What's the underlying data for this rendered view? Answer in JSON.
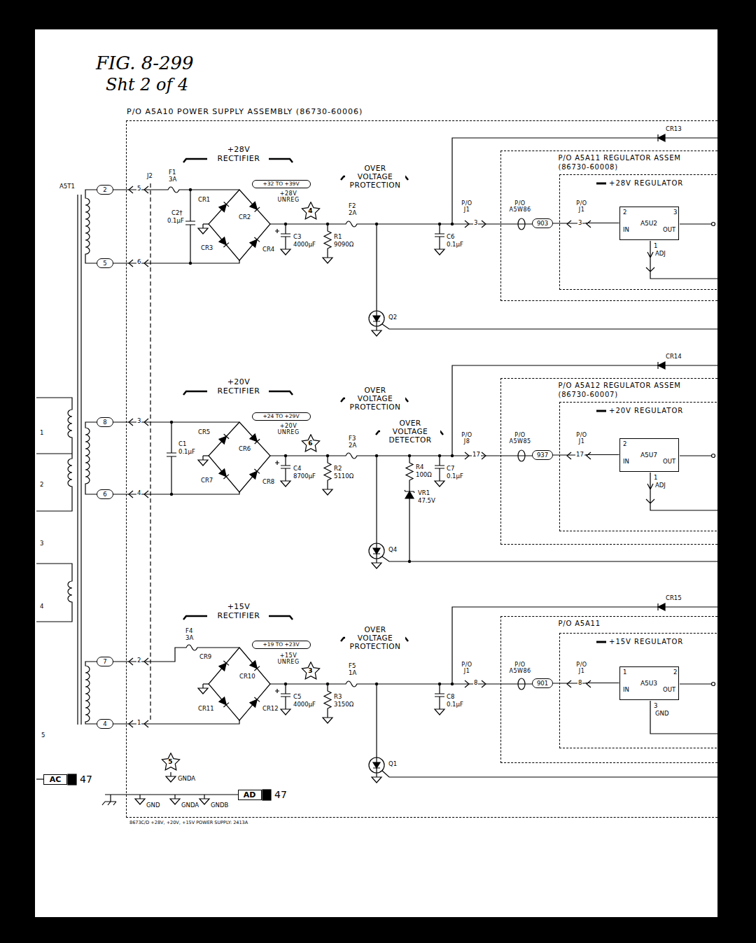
{
  "diagram": {
    "nodes": [
      {
        "text": [
          "P/O A5A10 POWER SUPPLY ASSEMBLY (86730-60006)"
        ]
      },
      {
        "text": [
          "+32 TO +39V"
        ],
        "in": 0
      },
      {
        "text": [
          "4"
        ],
        "in": 0
      },
      {
        "text": [
          "P/O A5A11 REGULATOR ASSEM",
          "(86730-60008)"
        ],
        "in": 0
      },
      {
        "text": [
          "903"
        ],
        "in": 3
      },
      {
        "text": [
          "+28V REGULATOR"
        ],
        "in": 3
      },
      {
        "text": [
          "A5U2"
        ],
        "in": 5
      },
      {
        "text": [
          "+24 TO +29V"
        ],
        "in": 0
      },
      {
        "text": [
          "6"
        ],
        "in": 0
      },
      {
        "text": [
          "P/O A5A12 REGULATOR ASSEM",
          "(86730-60007)"
        ],
        "in": 0
      },
      {
        "text": [
          "937"
        ],
        "in": 9
      },
      {
        "text": [
          "+20V REGULATOR"
        ],
        "in": 9
      },
      {
        "text": [
          "A5U7"
        ],
        "in": 11
      },
      {
        "text": [
          "+19 TO +23V"
        ],
        "in": 0
      },
      {
        "text": [
          "3"
        ],
        "in": 0
      },
      {
        "text": [
          "P/O A5A11"
        ],
        "in": 0
      },
      {
        "text": [
          "901"
        ],
        "in": 15
      },
      {
        "text": [
          "+15V REGULATOR"
        ],
        "in": 15
      },
      {
        "text": [
          "A5U3"
        ],
        "in": 17
      },
      {
        "text": [
          "5"
        ],
        "in": 0
      },
      {
        "text": [
          "AD"
        ],
        "in": 0
      },
      {
        "text": [
          "2"
        ]
      },
      {
        "text": [
          "5"
        ]
      },
      {
        "text": [
          "8"
        ]
      },
      {
        "text": [
          "6"
        ]
      },
      {
        "text": [
          "7"
        ]
      },
      {
        "text": [
          "4"
        ]
      },
      {
        "text": [
          "AC"
        ]
      }
    ],
    "edges": [
      {
        "from": 4,
        "to": 6,
        "arrow": "none"
      },
      {
        "from": 10,
        "to": 12,
        "arrow": "none"
      },
      {
        "from": 16,
        "to": 18,
        "arrow": "none"
      }
    ],
    "labels": [
      "FIG. 8-299",
      "Sht 2 of 4",
      "A5T1",
      "+28V RECTIFIER",
      "J2",
      "F1",
      "3A",
      "5",
      "6",
      "C2†",
      "0.1µF",
      "CR1",
      "CR2",
      "CR3",
      "CR4",
      "+28V UNREG",
      "C3",
      "4000µF",
      "R1",
      "9090Ω",
      "OVER VOLTAGE PROTECTION",
      "F2",
      "2A",
      "P/O J1",
      "3",
      "C6",
      "0.1µF",
      "P/O A5W86",
      "P/O J1",
      "3",
      "2",
      "IN",
      "3",
      "OUT",
      "1",
      "ADJ",
      "Q2",
      "CR13",
      "+20V RECTIFIER",
      "3",
      "4",
      "C1",
      "0.1µF",
      "CR5",
      "CR6",
      "CR7",
      "CR8",
      "+20V UNREG",
      "C4",
      "8700µF",
      "R2",
      "5110Ω",
      "OVER VOLTAGE PROTECTION",
      "F3",
      "2A",
      "OVER VOLTAGE DETECTOR",
      "P/O J8",
      "17",
      "R4",
      "100Ω",
      "C7",
      "0.1µF",
      "VR1",
      "47.5V",
      "P/O A5W85",
      "P/O J1",
      "17",
      "2",
      "IN",
      "1",
      "OUT",
      "ADJ",
      "Q4",
      "CR14",
      "+15V RECTIFIER",
      "F4",
      "3A",
      "2",
      "1",
      "CR9",
      "CR10",
      "CR11",
      "CR12",
      "+15V UNREG",
      "C5",
      "4000µF",
      "R3",
      "3150Ω",
      "OVER VOLTAGE PROTECTION",
      "F5",
      "1A",
      "P/O J1",
      "8",
      "C8",
      "0.1µF",
      "P/O A5W86",
      "P/O J1",
      "8",
      "1",
      "IN",
      "2",
      "OUT",
      "3",
      "GND",
      "Q1",
      "CR15",
      "GNDA",
      "47",
      "GND",
      "GNDA",
      "GNDB",
      "47",
      "8673C/D +28V, +20V, +15V POWER SUPPLY: 2413A",
      "1",
      "2",
      "3",
      "4",
      "5"
    ]
  }
}
